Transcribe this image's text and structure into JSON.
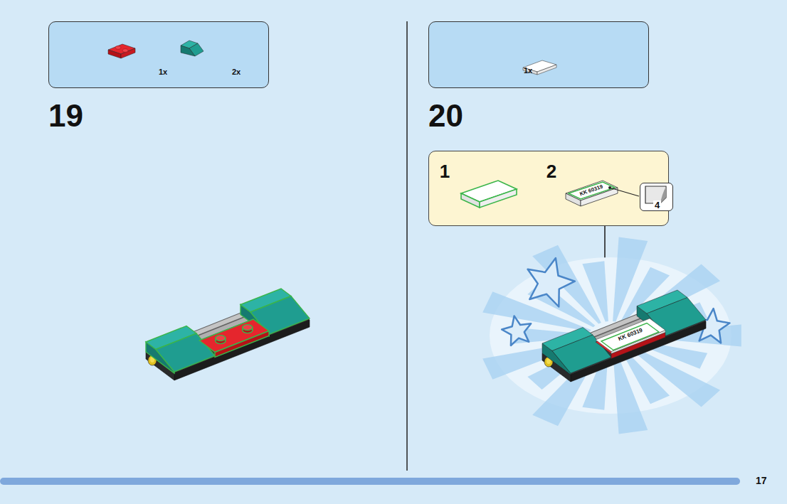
{
  "diagram": {
    "nodes": [
      {
        "text": [
          "1x",
          "2x"
        ]
      },
      {
        "text": [
          "1x"
        ]
      },
      {
        "text": [
          "1",
          "2"
        ]
      },
      {
        "text": [
          "4"
        ],
        "in": 2
      }
    ],
    "labels": [
      "19",
      "20",
      "KK 60319",
      "KK 60319",
      "17"
    ]
  }
}
